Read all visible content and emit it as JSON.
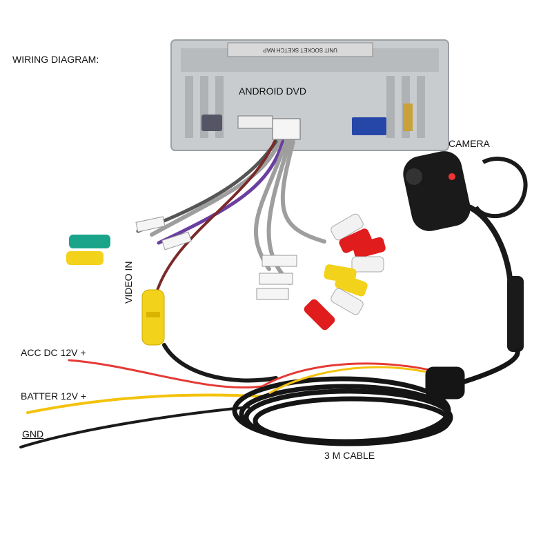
{
  "labels": {
    "title": "WIRING DIAGRAM:",
    "dvd": "ANDROID DVD",
    "camera": "CAMERA",
    "video_in": "VIDEO IN",
    "acc": "ACC DC 12V +",
    "battery": "BATTER 12V +",
    "gnd": "GND",
    "cable": "3 M CABLE"
  },
  "unit_label": "UNIT SOCKET SKETCH MAP",
  "colors": {
    "red_wire": "#e53935",
    "yellow_wire": "#f4c20d",
    "black_wire": "#1a1a1a",
    "purple_wire": "#6a3fa0",
    "grey_wire": "#9e9e9e",
    "unit_metal": "#c8cbcd",
    "rca_red": "#e01c1c",
    "rca_white": "#f2f2f2",
    "rca_yellow": "#f2d21a",
    "rca_green": "#1aa58a"
  }
}
